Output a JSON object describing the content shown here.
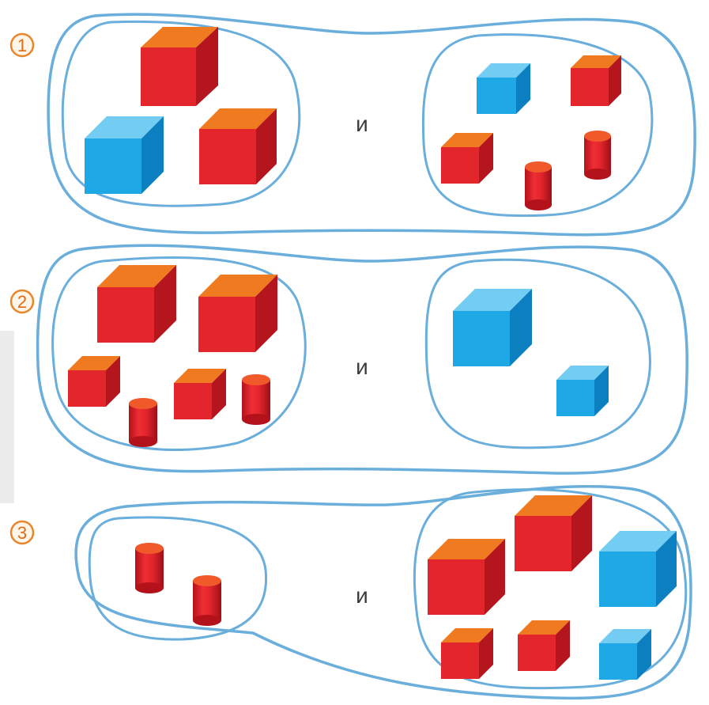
{
  "colors": {
    "outline": "#6aaedb",
    "badge": "#e8862c",
    "red_front": "#e3262c",
    "red_top": "#ef7a1f",
    "red_side": "#b5161e",
    "blue_front": "#1fa8e6",
    "blue_top": "#73ccf2",
    "blue_side": "#0b7fc0"
  },
  "exercises": [
    {
      "number": "1",
      "conjunction": "и",
      "left_group": {
        "items": [
          "red-cube",
          "blue-cube",
          "red-cube"
        ]
      },
      "right_group": {
        "items": [
          "blue-cube",
          "red-cube",
          "red-cube",
          "red-cylinder",
          "red-cylinder"
        ]
      }
    },
    {
      "number": "2",
      "conjunction": "и",
      "left_group": {
        "items": [
          "red-cube",
          "red-cube",
          "red-cube",
          "red-cylinder",
          "red-cube",
          "red-cylinder"
        ]
      },
      "right_group": {
        "items": [
          "blue-cube",
          "blue-cube"
        ]
      }
    },
    {
      "number": "3",
      "conjunction": "и",
      "left_group": {
        "items": [
          "red-cylinder",
          "red-cylinder"
        ]
      },
      "right_group": {
        "items": [
          "red-cube",
          "red-cube",
          "blue-cube",
          "red-cube",
          "red-cube",
          "blue-cube"
        ]
      }
    }
  ]
}
